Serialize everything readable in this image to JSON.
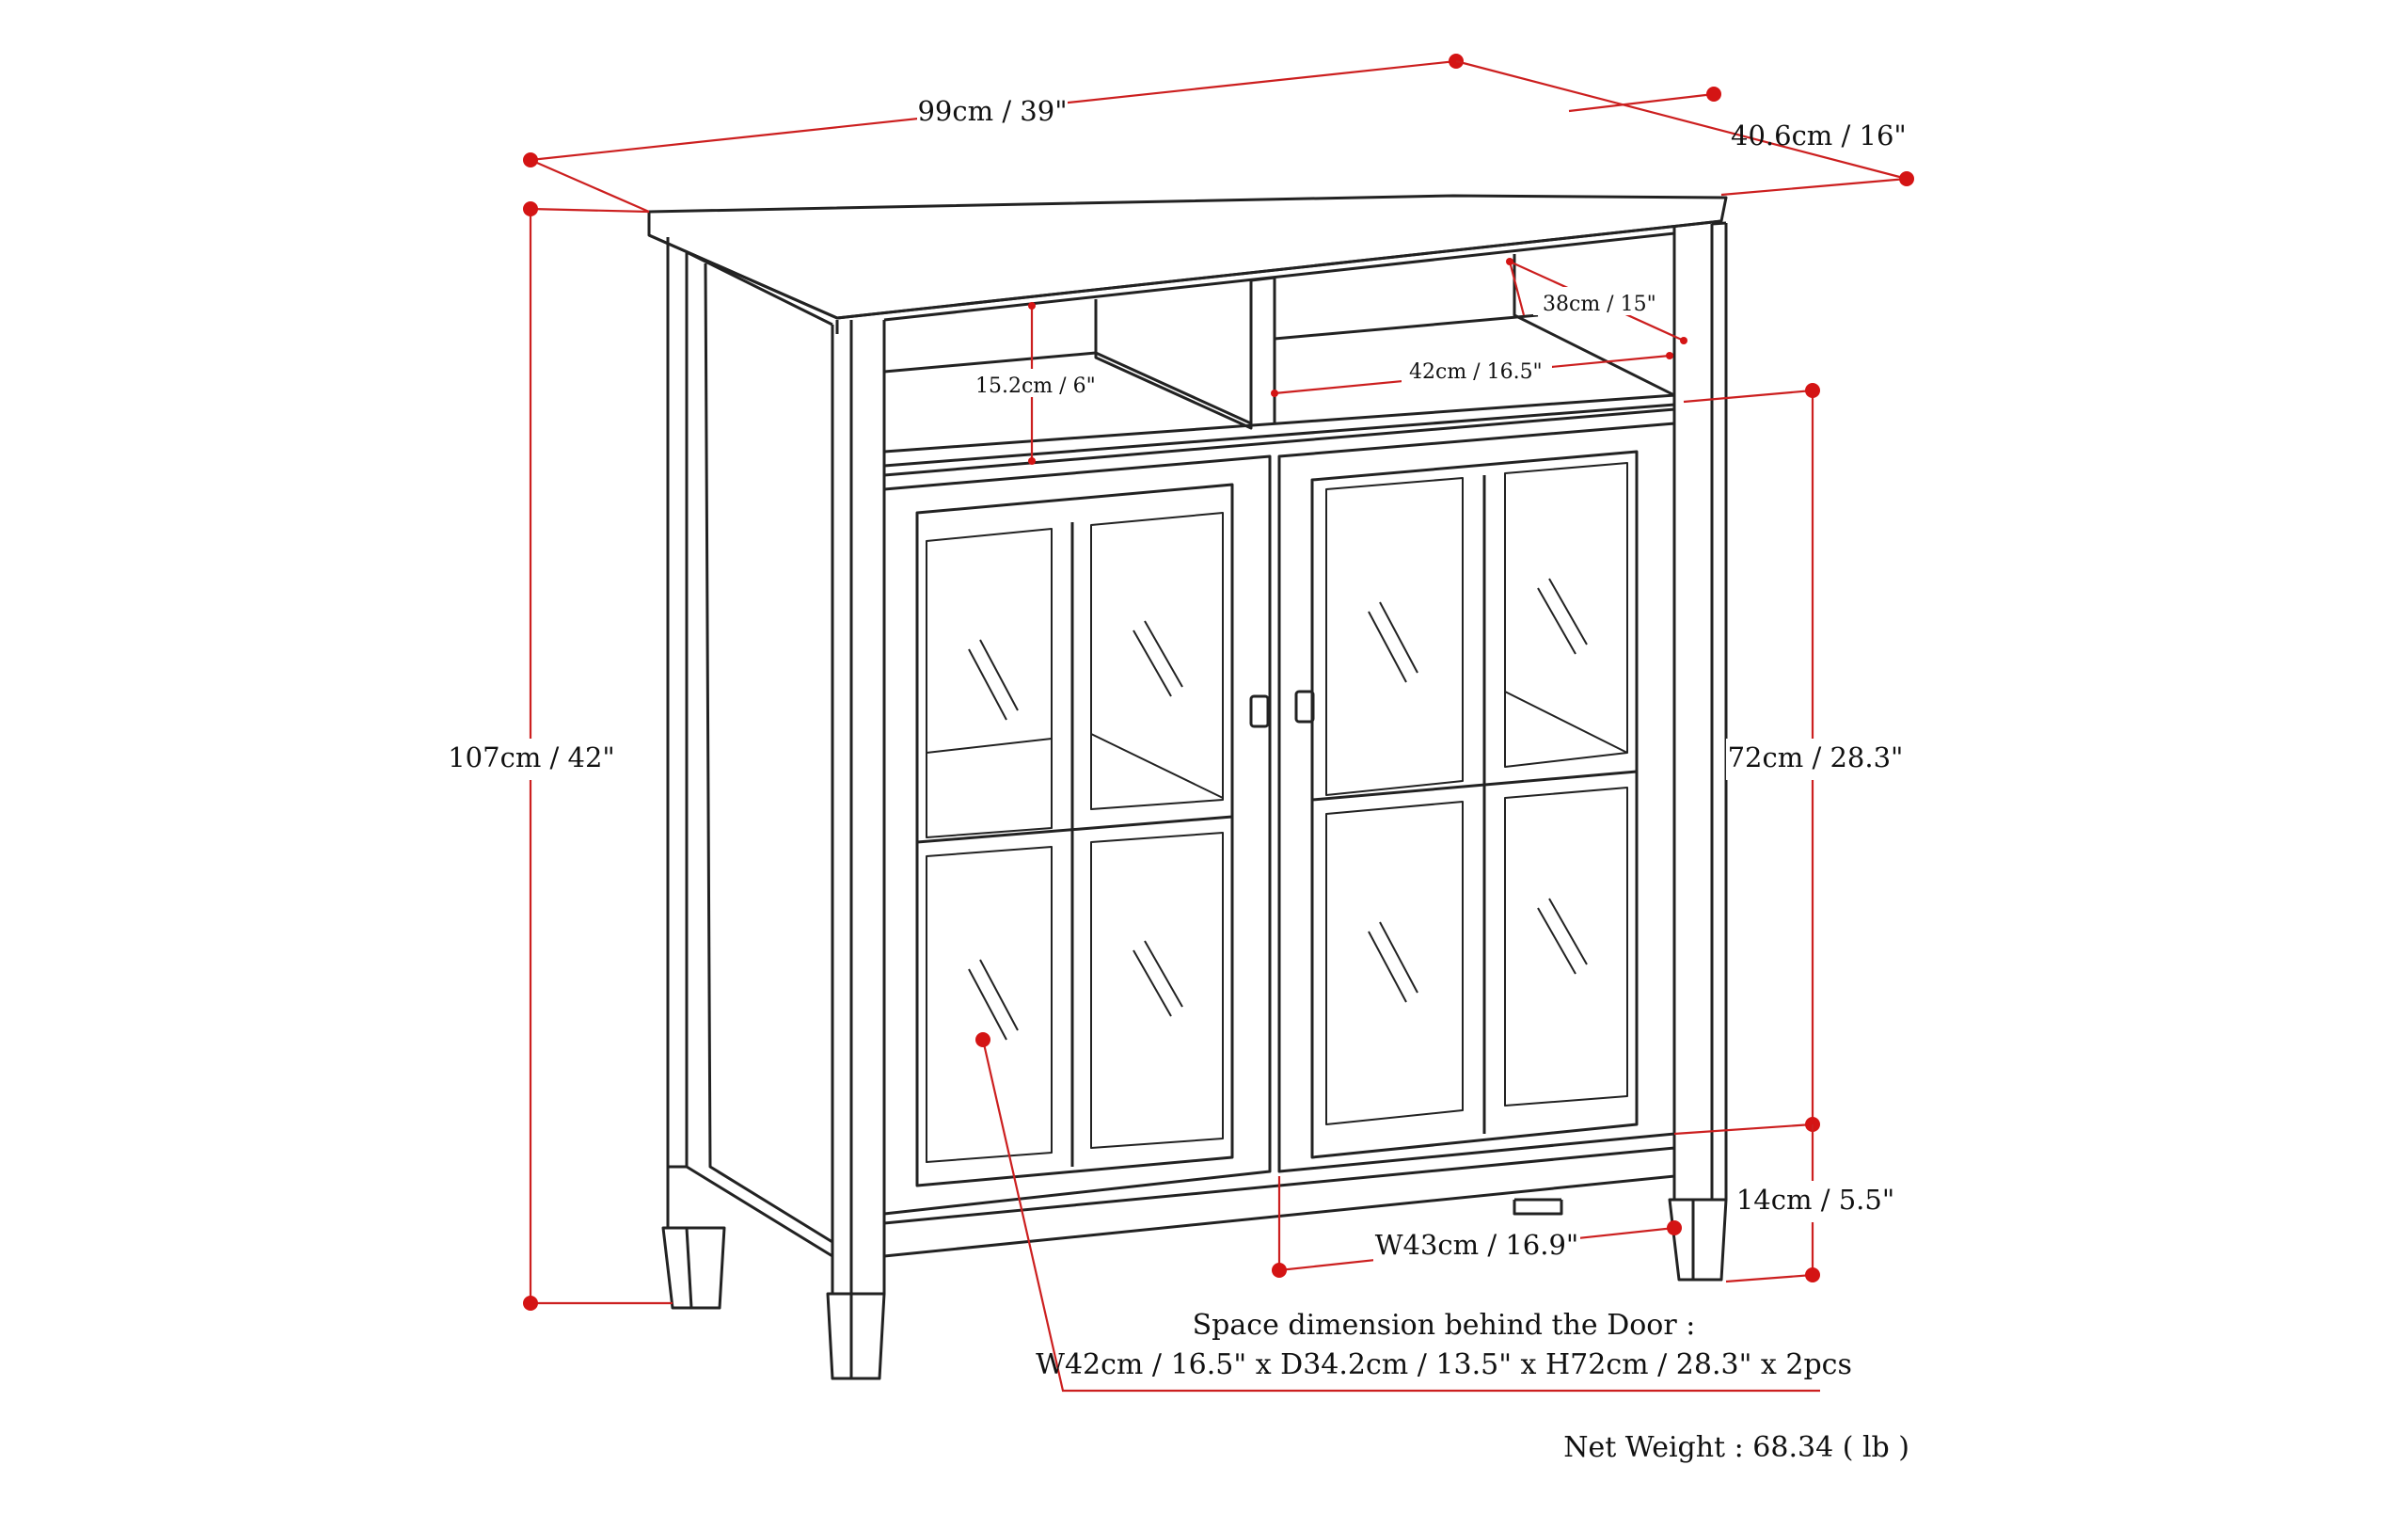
{
  "dimensions": {
    "overall_width": "99cm / 39\"",
    "overall_depth": "40.6cm / 16\"",
    "overall_height": "107cm / 42\"",
    "shelf_depth": "38cm / 15\"",
    "shelf_width": "42cm / 16.5\"",
    "shelf_height": "15.2cm / 6\"",
    "cabinet_height": "72cm / 28.3\"",
    "leg_height": "14cm / 5.5\"",
    "door_width": "W43cm / 16.9\""
  },
  "notes": {
    "space_title": "Space dimension behind the Door :",
    "space_value": "W42cm / 16.5\" x D34.2cm / 13.5\" x H72cm / 28.3\" x 2pcs",
    "net_weight": "Net Weight : 68.34 ( lb )"
  },
  "colors": {
    "dimension_line": "#cc1f1f",
    "outline": "#222222"
  }
}
